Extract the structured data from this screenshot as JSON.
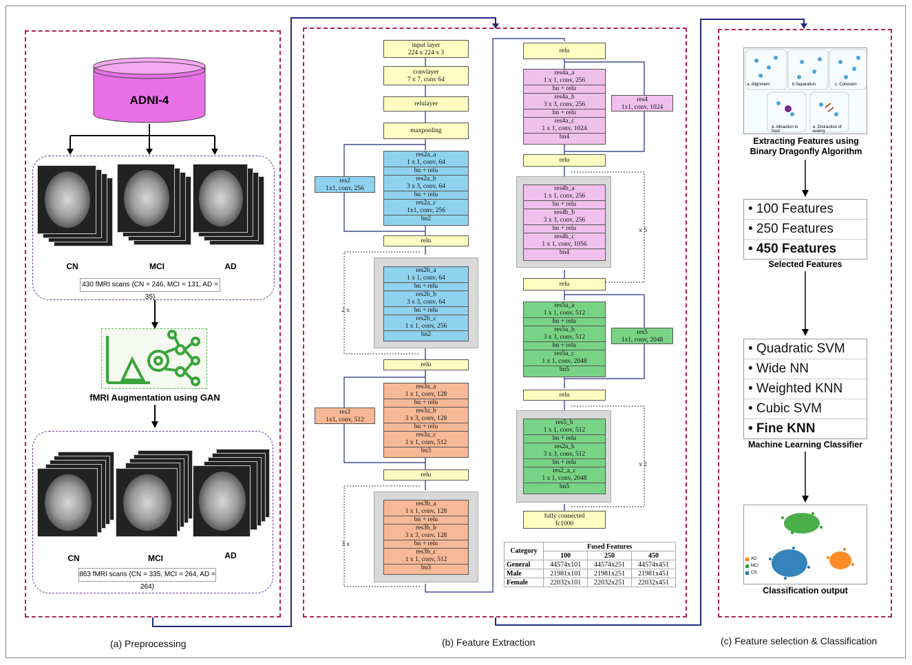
{
  "colors": {
    "panel_border": "#b0214a",
    "connector": "#1f2a7a",
    "yellow": "#fefcc0",
    "blue": "#8fd2ee",
    "orange": "#f6b896",
    "pink": "#f0c0ec",
    "green": "#79d386",
    "db_magenta": "#e870e6"
  },
  "preprocessing": {
    "db_label": "ADNI-4",
    "scan_labels_1": [
      "CN",
      "MCI",
      "AD"
    ],
    "scans_1": "430 fMRI scans (CN = 246, MCI = 131, AD = 35)",
    "gan_label": "fMRI Augmentation using GAN",
    "scan_labels_2": [
      "CN",
      "MCI",
      "AD"
    ],
    "scans_2": "863 fMRI scans (CN = 335, MCI = 264, AD = 264)",
    "caption": "(a) Preprocessing"
  },
  "feature_extraction": {
    "input_layer": [
      "input layer",
      "224 x 224 x 3"
    ],
    "convlayer": [
      "convlayer",
      "7 x 7, conv 64"
    ],
    "relulayer": "relulayer",
    "maxpooling": "maxpooling",
    "relu": "relu",
    "res2a": [
      "res2a_a",
      "1 x 1, conv, 64",
      "bn + relu",
      "res2a_b",
      "3 x 3, conv, 64",
      "bn + relu",
      "res2a_c",
      "1x1, conv, 256",
      "bn2"
    ],
    "res2": [
      "res2",
      "1x1, conv, 256"
    ],
    "res2b": [
      "res2b_a",
      "1 x 1, conv, 64",
      "bn + relu",
      "res2b_b",
      "3 x 3, conv, 64",
      "bn + relu",
      "res2b_c",
      "1 x 1, conv, 256",
      "bn2"
    ],
    "rep2": "2 x",
    "res3a": [
      "res3a_a",
      "1 x 1, conv, 128",
      "bn + relu",
      "res3a_b",
      "3 x 3, conv, 128",
      "bn + relu",
      "res3a_c",
      "1 x 1, conv, 512",
      "bn3"
    ],
    "res3": [
      "res3",
      "1x1, conv, 512"
    ],
    "res3b": [
      "res3b_a",
      "1 x 1, conv, 128",
      "bn + relu",
      "res3b_b",
      "3 x 3, conv, 128",
      "bn + relu",
      "res3b_c",
      "1 x 1, conv, 512",
      "bn3"
    ],
    "rep3": "3 x",
    "res4a": [
      "res4a_a",
      "1 x 1, conv, 256",
      "bn + relu",
      "res4a_b",
      "3 x 3, conv, 256",
      "bn + relu",
      "res4a_c",
      "1 x 1, conv, 1024",
      "bn4"
    ],
    "res4": [
      "res4",
      "1x1, conv, 1024"
    ],
    "res4b": [
      "res4b_a",
      "1 x 1, conv, 256",
      "bn + relu",
      "res4b_b",
      "3 x 3, conv, 256",
      "bn + relu",
      "res4b_c",
      "1 x 1, conv, 1056",
      "bn4"
    ],
    "rep5": "x 5",
    "res5a": [
      "res5a_a",
      "1 x 1, conv, 512",
      "bn + relu",
      "res5a_b",
      "3 x 3, conv, 512",
      "bn + relu",
      "res5a_c",
      "1 x 1, conv, 2048",
      "bn5"
    ],
    "res5": [
      "res5",
      "1x1, conv, 2048"
    ],
    "res5b": [
      "res5_b",
      "1 x 1, conv, 512",
      "bn + relu",
      "res2a_b",
      "3 x 3, conv, 512",
      "bn + relu",
      "res2_a_c",
      "1 x 1, conv, 2048",
      "bn5"
    ],
    "rep2b": "x 2",
    "fc": [
      "fully connected",
      "fc1000"
    ],
    "table": {
      "head1": "Category",
      "head2": "Fused Features",
      "cols": [
        "100",
        "250",
        "450"
      ],
      "rows": [
        [
          "General",
          "44574x101",
          "44574x251",
          "44574x451"
        ],
        [
          "Male",
          "21981x101",
          "21981x251",
          "21981x451"
        ],
        [
          "Female",
          "22032x101",
          "22032x251",
          "22032x451"
        ]
      ]
    },
    "caption": "(b) Feature Extraction"
  },
  "classification": {
    "df_labels": [
      "a. Alignment",
      "b.Separation",
      "c. Cohesion",
      "d. Attraction to food",
      "e. Distraction of enemy"
    ],
    "df_title": "Extracting Features using Binary Dragonfly Algorithm",
    "features": [
      "• 100 Features",
      "• 250 Features",
      "• 450 Features"
    ],
    "features_title": "Selected Features",
    "classifiers": [
      "• Quadratic SVM",
      "• Wide NN",
      "• Weighted KNN",
      "• Cubic SVM",
      "• Fine KNN"
    ],
    "classifiers_title": "Machine Learning Classifier",
    "legend": [
      "AD",
      "MCI",
      "CN"
    ],
    "output_title": "Classification output",
    "caption": "(c) Feature selection & Classification"
  }
}
